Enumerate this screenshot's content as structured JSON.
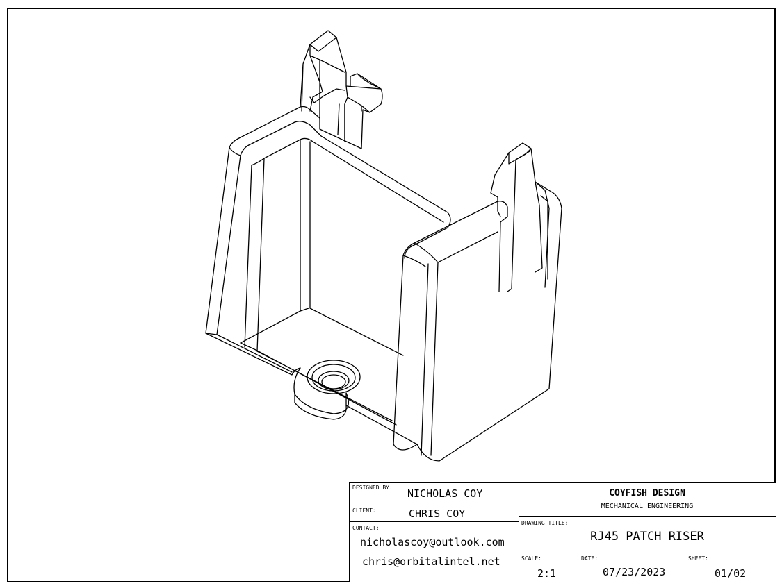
{
  "title_block": {
    "designed_by_label": "DESIGNED BY:",
    "designed_by": "NICHOLAS COY",
    "client_label": "CLIENT:",
    "client": "CHRIS COY",
    "contact_label": "CONTACT:",
    "contact_1": "nicholascoy@outlook.com",
    "contact_2": "chris@orbitalintel.net",
    "company": "COYFISH DESIGN",
    "department": "MECHANICAL ENGINEERING",
    "drawing_title_label": "DRAWING TITLE:",
    "drawing_title": "RJ45 PATCH RISER",
    "scale_label": "SCALE:",
    "scale": "2:1",
    "date_label": "DATE:",
    "date": "07/23/2023",
    "sheet_label": "SHEET:",
    "sheet": "01/02"
  }
}
